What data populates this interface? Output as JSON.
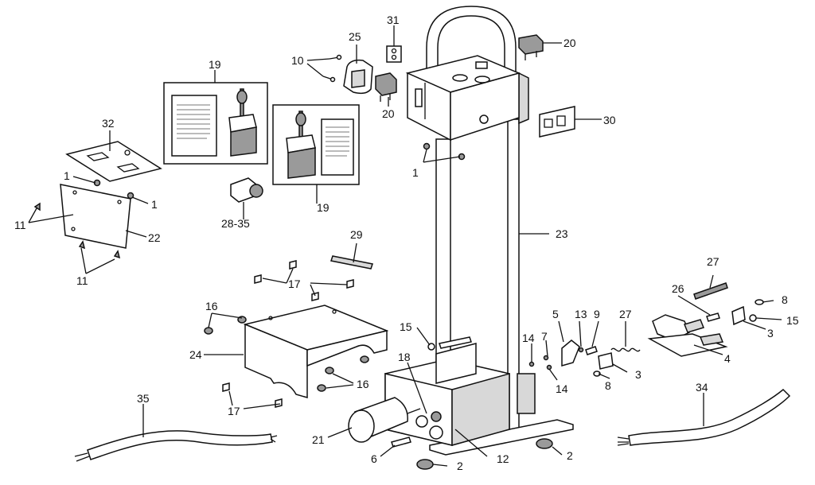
{
  "callouts": [
    {
      "id": "c31",
      "text": "31"
    },
    {
      "id": "c20a",
      "text": "20"
    },
    {
      "id": "c25",
      "text": "25"
    },
    {
      "id": "c10",
      "text": "10"
    },
    {
      "id": "c19a",
      "text": "19"
    },
    {
      "id": "c20b",
      "text": "20"
    },
    {
      "id": "c30",
      "text": "30"
    },
    {
      "id": "c32",
      "text": "32"
    },
    {
      "id": "c1a",
      "text": "1"
    },
    {
      "id": "c1b",
      "text": "1"
    },
    {
      "id": "c1c",
      "text": "1"
    },
    {
      "id": "c11a",
      "text": "11"
    },
    {
      "id": "c22",
      "text": "22"
    },
    {
      "id": "c11b",
      "text": "11"
    },
    {
      "id": "c28",
      "text": "28-35"
    },
    {
      "id": "c19b",
      "text": "19"
    },
    {
      "id": "c23",
      "text": "23"
    },
    {
      "id": "c29",
      "text": "29"
    },
    {
      "id": "c17a",
      "text": "17"
    },
    {
      "id": "c16a",
      "text": "16"
    },
    {
      "id": "c24",
      "text": "24"
    },
    {
      "id": "c16b",
      "text": "16"
    },
    {
      "id": "c17b",
      "text": "17"
    },
    {
      "id": "c35",
      "text": "35"
    },
    {
      "id": "c21",
      "text": "21"
    },
    {
      "id": "c6",
      "text": "6"
    },
    {
      "id": "c18",
      "text": "18"
    },
    {
      "id": "c15a",
      "text": "15"
    },
    {
      "id": "c12",
      "text": "12"
    },
    {
      "id": "c2a",
      "text": "2"
    },
    {
      "id": "c2b",
      "text": "2"
    },
    {
      "id": "c14a",
      "text": "14"
    },
    {
      "id": "c14b",
      "text": "14"
    },
    {
      "id": "c7",
      "text": "7"
    },
    {
      "id": "c5",
      "text": "5"
    },
    {
      "id": "c13",
      "text": "13"
    },
    {
      "id": "c9",
      "text": "9"
    },
    {
      "id": "c27a",
      "text": "27"
    },
    {
      "id": "c3a",
      "text": "3"
    },
    {
      "id": "c8a",
      "text": "8"
    },
    {
      "id": "c26",
      "text": "26"
    },
    {
      "id": "c27b",
      "text": "27"
    },
    {
      "id": "c8b",
      "text": "8"
    },
    {
      "id": "c15b",
      "text": "15"
    },
    {
      "id": "c3b",
      "text": "3"
    },
    {
      "id": "c4",
      "text": "4"
    },
    {
      "id": "c34",
      "text": "34"
    }
  ]
}
